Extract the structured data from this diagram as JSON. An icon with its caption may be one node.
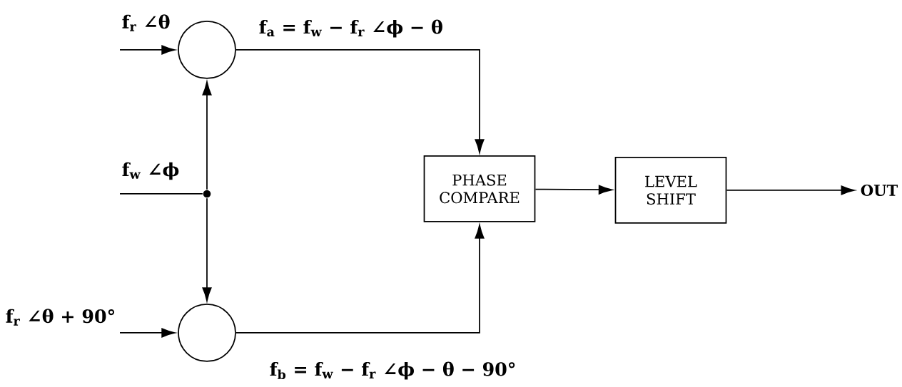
{
  "diagram": {
    "nodes": [
      {
        "text": [],
        "shape": "circle"
      },
      {
        "text": [],
        "shape": "circle"
      },
      {
        "text": [
          "PHASE COMPARE"
        ]
      },
      {
        "text": [
          "LEVEL SHIFT"
        ]
      },
      {
        "text": [
          "OUT"
        ]
      },
      {
        "text": [],
        "shape": "dot"
      }
    ],
    "edges": [
      {
        "from": null,
        "to": 0,
        "arrow": "to",
        "label": "f$_{r}$ ∠θ"
      },
      {
        "from": null,
        "to": 5,
        "arrow": "none",
        "label": "f$_{w}$ ∠ϕ"
      },
      {
        "from": 5,
        "to": 0,
        "arrow": "to"
      },
      {
        "from": 5,
        "to": 1,
        "arrow": "to"
      },
      {
        "from": null,
        "to": 1,
        "arrow": "to",
        "label": "f$_{r}$  ∠θ + 90°"
      },
      {
        "from": 0,
        "to": 2,
        "arrow": "to",
        "label": "f$_{a}$ = f$_{w}$ − f$_{r}$ ∠ϕ − θ"
      },
      {
        "from": 1,
        "to": 2,
        "arrow": "to",
        "label": "f$_{b}$ = f$_{w}$ − f$_{r}$ ∠ϕ − θ − 90°"
      },
      {
        "from": 2,
        "to": 3,
        "arrow": "to"
      },
      {
        "from": 3,
        "to": 4,
        "arrow": "to"
      }
    ]
  }
}
